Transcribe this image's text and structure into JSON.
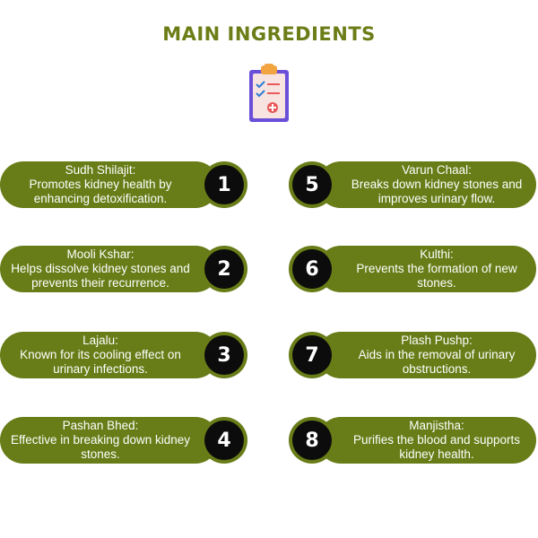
{
  "title": "MAIN INGREDIENTS",
  "icon": "clipboard-checklist-icon",
  "colors": {
    "accent": "#687c17",
    "title": "#6b7d17",
    "number_bg": "#0c0c0c",
    "text": "#ffffff"
  },
  "ingredients": [
    {
      "number": "1",
      "name": "Sudh Shilajit:",
      "desc": "Promotes kidney health by enhancing detoxification."
    },
    {
      "number": "2",
      "name": "Mooli Kshar:",
      "desc": "Helps dissolve kidney stones and prevents their recurrence."
    },
    {
      "number": "3",
      "name": "Lajalu:",
      "desc": "Known for its cooling effect on urinary infections."
    },
    {
      "number": "4",
      "name": "Pashan Bhed:",
      "desc": "Effective in breaking down kidney stones."
    },
    {
      "number": "5",
      "name": "Varun Chaal:",
      "desc": "Breaks down kidney stones and improves urinary flow."
    },
    {
      "number": "6",
      "name": "Kulthi:",
      "desc": "Prevents the formation of new stones."
    },
    {
      "number": "7",
      "name": "Plash Pushp:",
      "desc": "Aids in the removal of urinary obstructions."
    },
    {
      "number": "8",
      "name": "Manjistha:",
      "desc": "Purifies the blood and supports kidney health."
    }
  ]
}
